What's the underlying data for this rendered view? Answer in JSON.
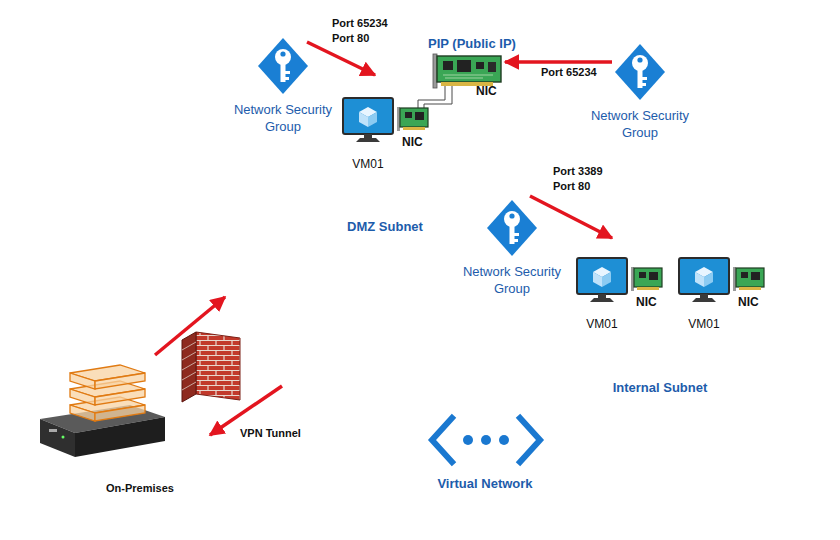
{
  "diagram": {
    "nodes": [
      {
        "text": [
          "Virtual Network"
        ]
      },
      {
        "text": [
          "DMZ Subnet"
        ],
        "in": 0
      },
      {
        "text": [
          "Network Security Group"
        ],
        "in": 0
      },
      {
        "text": [
          "PIP (Public IP)",
          "NIC"
        ],
        "in": 0
      },
      {
        "text": [
          "NIC",
          "VM01"
        ],
        "in": 1
      },
      {
        "text": [
          "Network Security Group"
        ],
        "in": 0
      },
      {
        "text": [
          "Network Security Group"
        ],
        "in": 0
      },
      {
        "text": [
          "Internal Subnet"
        ],
        "in": 0
      },
      {
        "text": [
          "NIC",
          "VM01"
        ],
        "in": 7
      },
      {
        "text": [
          "NIC",
          "VM01"
        ],
        "in": 7
      },
      {
        "text": [
          "On-Premises"
        ]
      }
    ],
    "edges": [
      {
        "from": 5,
        "to": 3,
        "arrow": "to",
        "label": "Port 65234"
      },
      {
        "from": 10,
        "to": 0,
        "arrow": "to"
      },
      {
        "from": 0,
        "to": 10,
        "arrow": "to",
        "label": "VPN Tunnel"
      }
    ],
    "labels": [
      "Port 65234",
      "Port 80",
      "Port 3389",
      "Port 80"
    ]
  }
}
